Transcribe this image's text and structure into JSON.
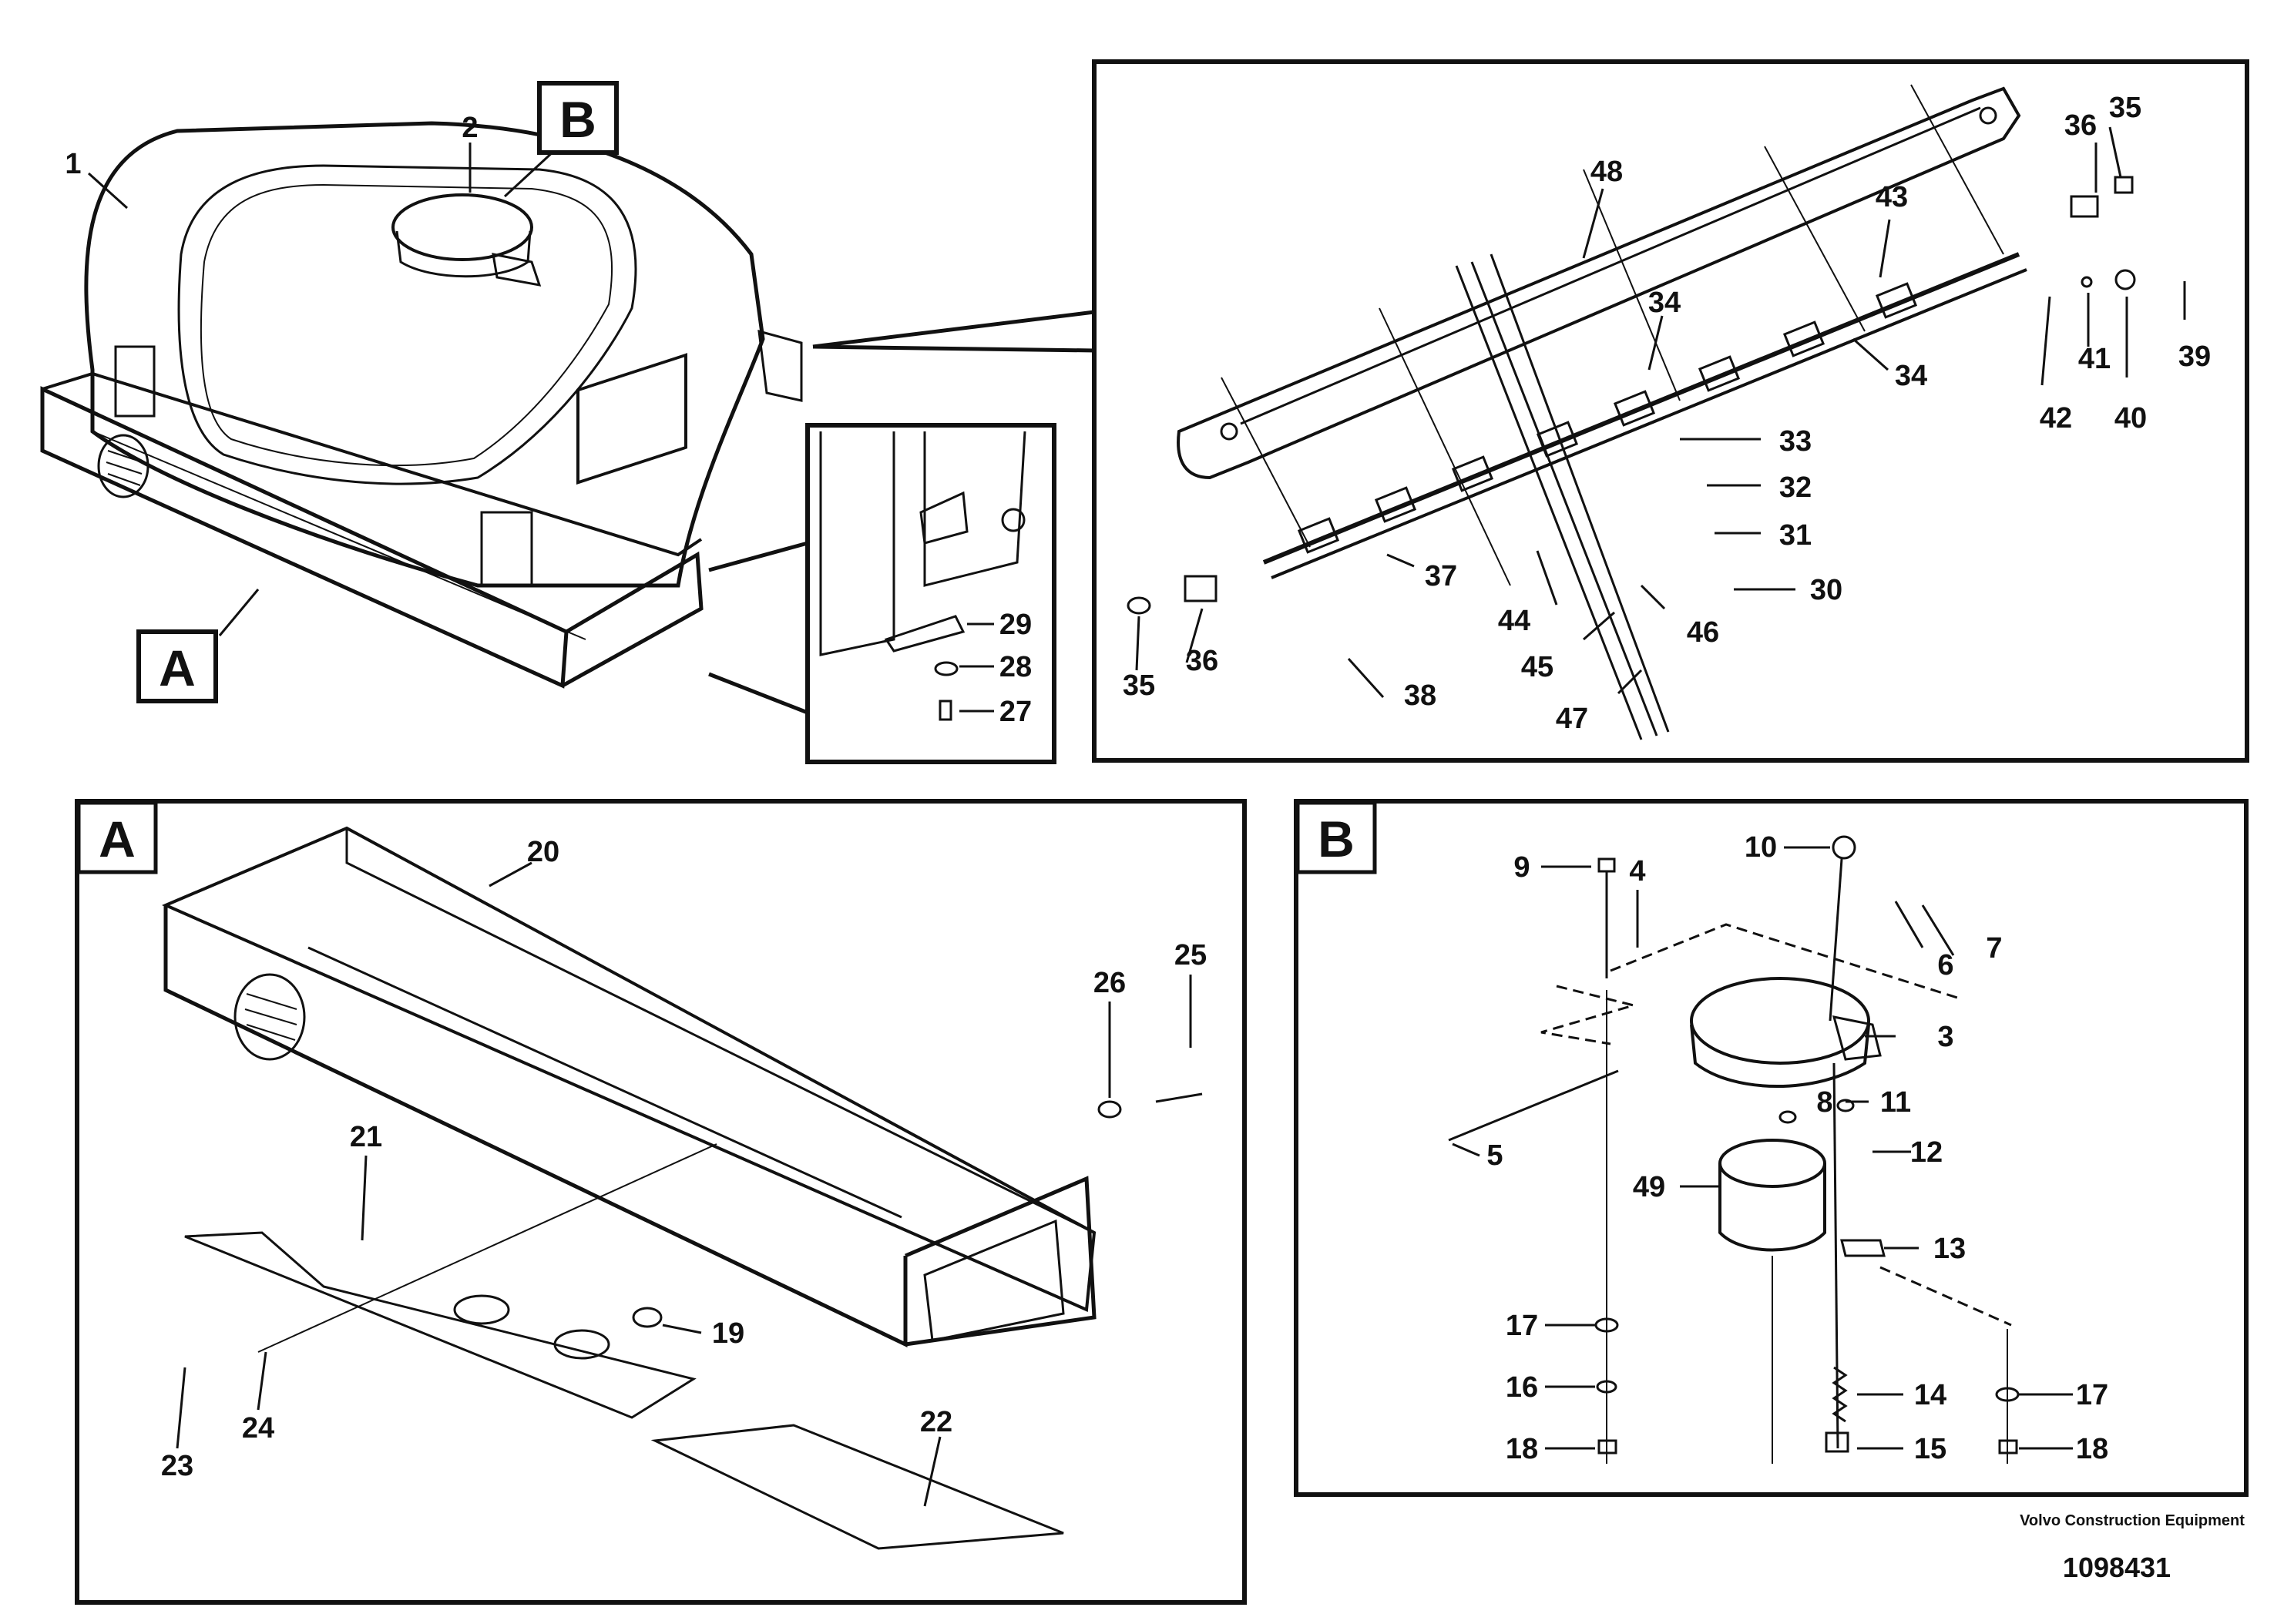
{
  "panels": {
    "overview": {
      "callouts": [
        "1",
        "2"
      ]
    },
    "detail_small": {
      "callouts": [
        "29",
        "28",
        "27"
      ]
    },
    "detail_top": {
      "callouts": [
        "48",
        "43",
        "36",
        "35",
        "34",
        "34",
        "42",
        "41",
        "40",
        "39",
        "33",
        "32",
        "31",
        "30",
        "37",
        "44",
        "45",
        "46",
        "47",
        "38",
        "36",
        "35"
      ]
    },
    "A": {
      "tag": "A",
      "callouts": [
        "20",
        "26",
        "25",
        "21",
        "19",
        "22",
        "24",
        "23"
      ]
    },
    "B": {
      "tag": "B",
      "callouts": [
        "9",
        "10",
        "4",
        "7",
        "6",
        "3",
        "8",
        "11",
        "5",
        "12",
        "49",
        "13",
        "17",
        "16",
        "18",
        "14",
        "17",
        "15",
        "18"
      ]
    }
  },
  "view_tags": {
    "A": "A",
    "B": "B"
  },
  "footer": {
    "brand": "Volvo Construction Equipment",
    "number": "1098431"
  }
}
